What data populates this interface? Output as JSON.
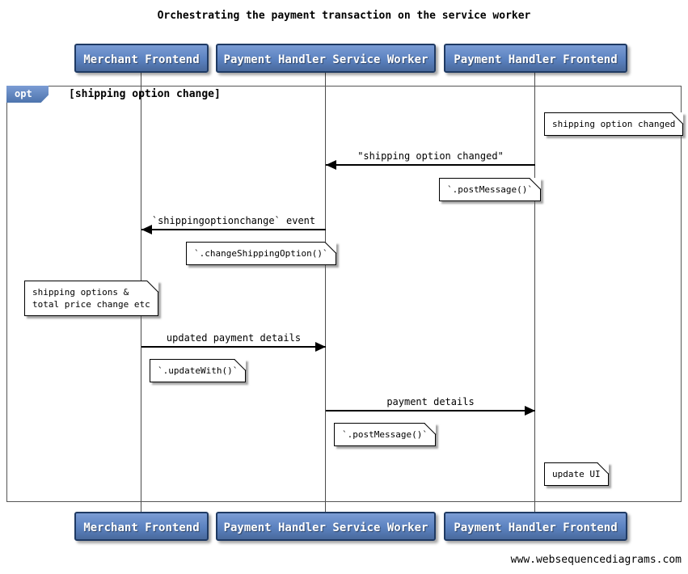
{
  "title": "Orchestrating the payment transaction on the service worker",
  "actors": [
    {
      "label": "Merchant Frontend"
    },
    {
      "label": "Payment Handler Service Worker"
    },
    {
      "label": "Payment Handler Frontend"
    }
  ],
  "fragment": {
    "operator": "opt",
    "guard": "[shipping option change]"
  },
  "messages": [
    {
      "from": "Payment Handler Frontend",
      "to": "Payment Handler Service Worker",
      "label": "\"shipping option changed\"",
      "direction": "left"
    },
    {
      "from": "Payment Handler Service Worker",
      "to": "Merchant Frontend",
      "label": "`shippingoptionchange` event",
      "direction": "left"
    },
    {
      "from": "Merchant Frontend",
      "to": "Payment Handler Service Worker",
      "label": "updated payment details",
      "direction": "right"
    },
    {
      "from": "Payment Handler Service Worker",
      "to": "Payment Handler Frontend",
      "label": "payment details",
      "direction": "right"
    }
  ],
  "notes": [
    {
      "text": "shipping option changed"
    },
    {
      "text": "`.postMessage()`"
    },
    {
      "text": "`.changeShippingOption()`"
    },
    {
      "line1": "shipping options &",
      "line2": "total price change etc"
    },
    {
      "text": "`.updateWith()`"
    },
    {
      "text": "`.postMessage()`"
    },
    {
      "text": "update UI"
    }
  ],
  "footer": "www.websequencediagrams.com",
  "colors": {
    "actor_blue": "#5b82c0",
    "actor_border": "#1f3a63",
    "frame_border": "#555555"
  }
}
